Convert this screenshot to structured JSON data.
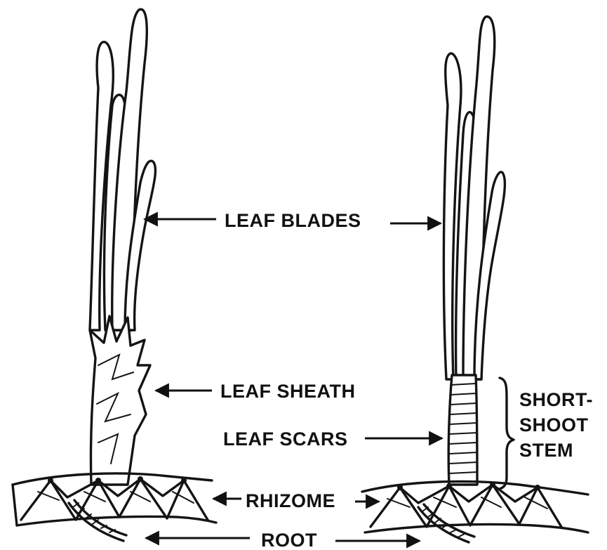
{
  "labels": {
    "leaf_blades": "LEAF BLADES",
    "leaf_sheath": "LEAF SHEATH",
    "leaf_scars": "LEAF SCARS",
    "short_shoot_stem_line1": "SHORT-",
    "short_shoot_stem_line2": "SHOOT",
    "short_shoot_stem_line3": "STEM",
    "rhizome": "RHIZOME",
    "root": "ROOT"
  },
  "colors": {
    "ink": "#141414",
    "background": "#ffffff"
  }
}
